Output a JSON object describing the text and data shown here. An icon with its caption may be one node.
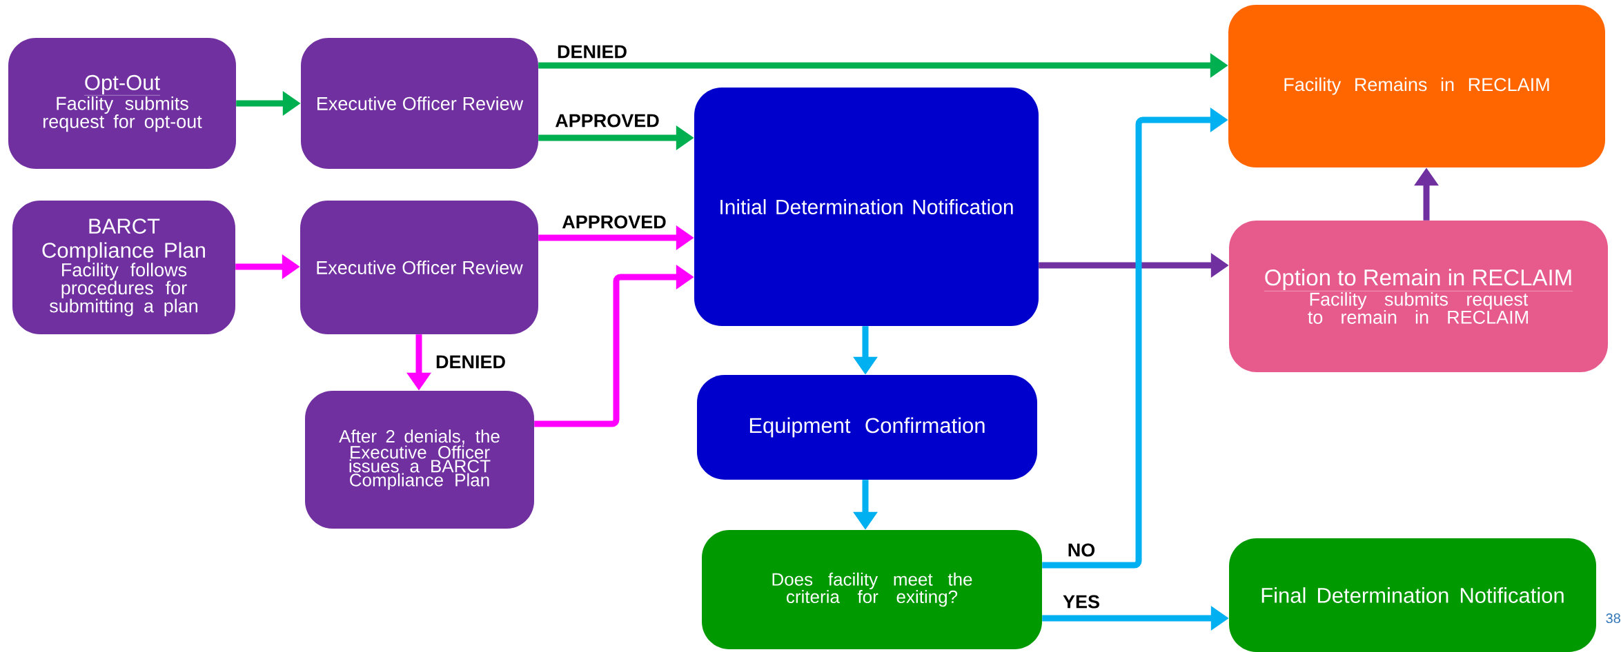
{
  "diagram": {
    "nodes": [
      {
        "text": [
          "Opt-Out",
          "Facility submits request for opt-out"
        ]
      },
      {
        "text": [
          "Executive Officer Review"
        ]
      },
      {
        "text": [
          "BARCT Compliance Plan",
          "Facility follows procedures for submitting a plan"
        ]
      },
      {
        "text": [
          "Executive Officer Review"
        ]
      },
      {
        "text": [
          "After 2 denials, the Executive Officer issues a BARCT Compliance Plan"
        ]
      },
      {
        "text": [
          "Initial Determination Notification"
        ]
      },
      {
        "text": [
          "Equipment Confirmation"
        ]
      },
      {
        "text": [
          "Does facility meet the criteria for exiting?"
        ]
      },
      {
        "text": [
          "Facility Remains in RECLAIM"
        ]
      },
      {
        "text": [
          "Option to Remain in RECLAIM",
          "Facility submits request to remain in RECLAIM"
        ]
      },
      {
        "text": [
          "Final Determination Notification"
        ]
      }
    ],
    "edges": [
      {
        "from": 0,
        "to": 1,
        "arrow": "to",
        "color": "#00b050"
      },
      {
        "from": 1,
        "to": 8,
        "arrow": "to",
        "label": "DENIED",
        "color": "#00b050"
      },
      {
        "from": 1,
        "to": 5,
        "arrow": "to",
        "label": "APPROVED",
        "color": "#00b050"
      },
      {
        "from": 2,
        "to": 3,
        "arrow": "to",
        "color": "#ff00ff"
      },
      {
        "from": 3,
        "to": 5,
        "arrow": "to",
        "label": "APPROVED",
        "color": "#ff00ff"
      },
      {
        "from": 3,
        "to": 4,
        "arrow": "to",
        "label": "DENIED",
        "color": "#ff00ff"
      },
      {
        "from": 4,
        "to": 5,
        "arrow": "to",
        "color": "#ff00ff"
      },
      {
        "from": 5,
        "to": 9,
        "arrow": "to",
        "color": "#7030a0"
      },
      {
        "from": 9,
        "to": 8,
        "arrow": "to",
        "color": "#7030a0"
      },
      {
        "from": 5,
        "to": 6,
        "arrow": "to",
        "color": "#00b0f0"
      },
      {
        "from": 6,
        "to": 7,
        "arrow": "to",
        "color": "#00b0f0"
      },
      {
        "from": 7,
        "to": 8,
        "arrow": "to",
        "label": "NO",
        "color": "#00b0f0"
      },
      {
        "from": 7,
        "to": 10,
        "arrow": "to",
        "label": "YES",
        "color": "#00b0f0"
      }
    ],
    "labels": [
      "38"
    ]
  }
}
